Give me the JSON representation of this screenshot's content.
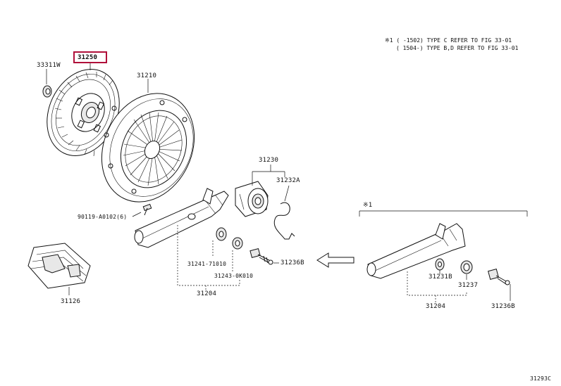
{
  "notes": {
    "line1": "※1 (   -1502) TYPE C REFER TO FIG 33-01",
    "line2": "(   1504-) TYPE B,D REFER TO FIG 33-01"
  },
  "parts": {
    "p33311w": "33311W",
    "p31250": "31250",
    "p31210": "31210",
    "p90119": "90119-A0102(6)",
    "p31126": "31126",
    "p31230": "31230",
    "p31232a": "31232A",
    "p31241": "31241-71010",
    "p31243": "31243-0K010",
    "p31204_left": "31204",
    "p31236b_left": "31236B",
    "p31231b": "31231B",
    "p31237": "31237",
    "p31204_right": "31204",
    "p31236b_right": "31236B",
    "variant_mark": "※1"
  },
  "figure_code": "31293C",
  "highlight_color": "#b0103a"
}
